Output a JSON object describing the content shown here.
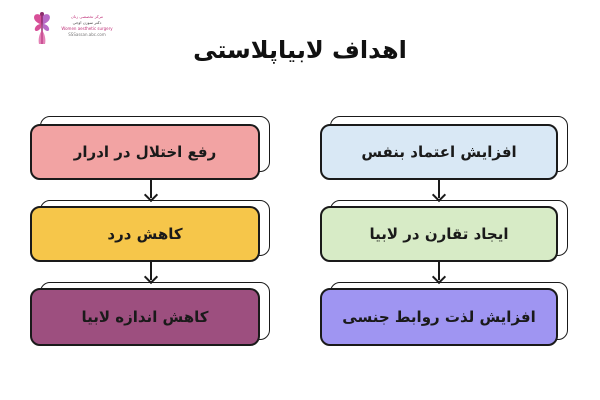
{
  "logo": {
    "icon_name": "butterfly-woman-logo",
    "lines": [
      "مرکز تخصصی زنان",
      "دکتر سوزن اوجی",
      "Women aesthetic surgery",
      "SSSassan.abc.com"
    ]
  },
  "title": "اهداف لابیاپلاستی",
  "right_column": [
    {
      "label": "افزایش اعتماد بنفس",
      "color": "#d9e8f5"
    },
    {
      "label": "ایجاد تقارن در لابیا",
      "color": "#d7ebc6"
    },
    {
      "label": "افزایش لذت روابط جنسی",
      "color": "#9f95f2"
    }
  ],
  "left_column": [
    {
      "label": "رفع اختلال در ادرار",
      "color": "#f2a3a3"
    },
    {
      "label": "کاهش درد",
      "color": "#f6c64a"
    },
    {
      "label": "کاهش اندازه لابیا",
      "color": "#9d4f7f"
    }
  ]
}
